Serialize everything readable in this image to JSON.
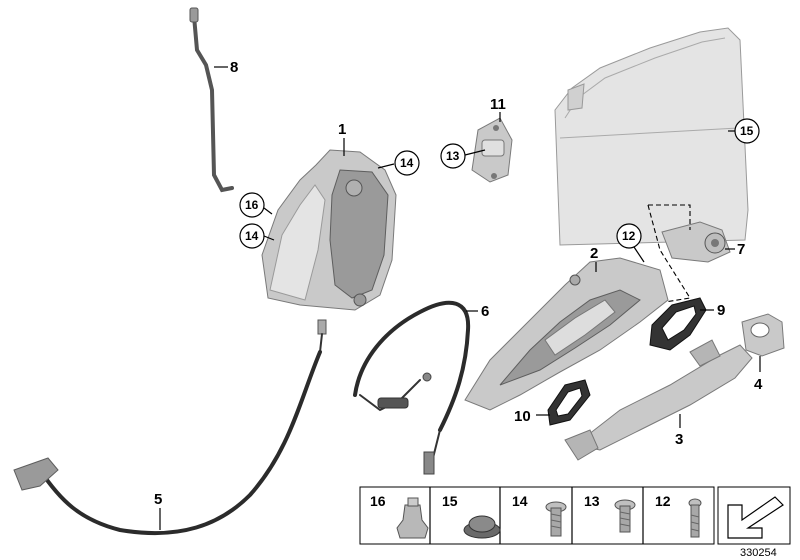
{
  "diagram": {
    "callouts": {
      "c1": "1",
      "c2": "2",
      "c3": "3",
      "c4": "4",
      "c5": "5",
      "c6": "6",
      "c7": "7",
      "c8": "8",
      "c9": "9",
      "c10": "10",
      "c11": "11",
      "c12": "12",
      "c13": "13",
      "c14a": "14",
      "c14b": "14",
      "c15": "15",
      "c16": "16"
    },
    "legend": {
      "items": [
        "16",
        "15",
        "14",
        "13",
        "12"
      ]
    },
    "reference_number": "330254"
  }
}
